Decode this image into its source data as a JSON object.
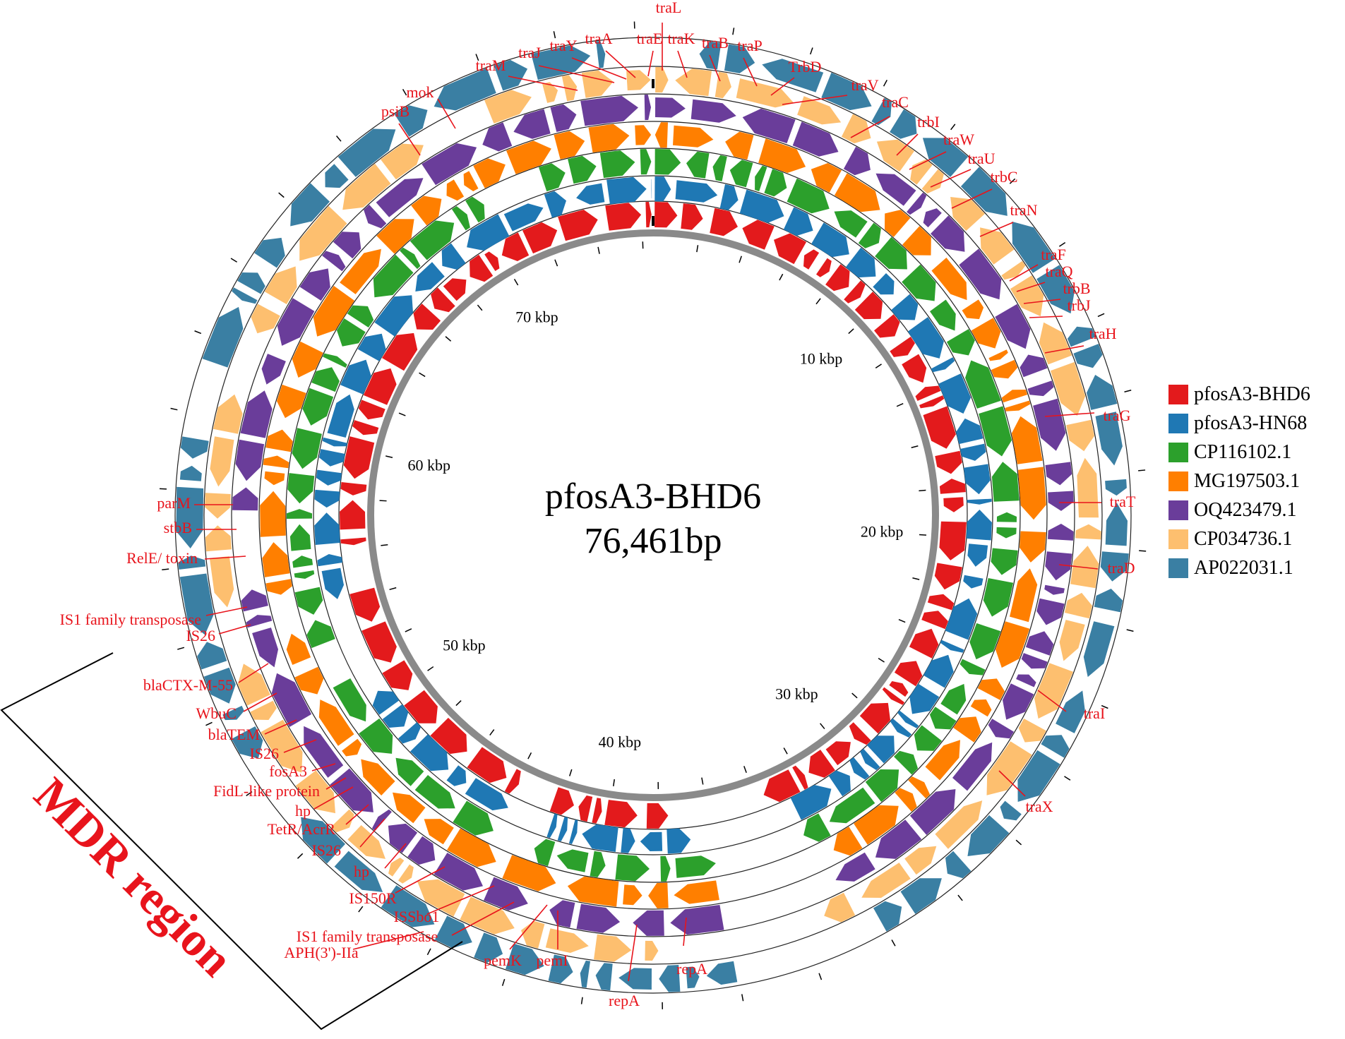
{
  "plasmid": {
    "name": "pfosA3-BHD6",
    "length_label": "76,461bp",
    "length_bp": 76461
  },
  "kbp_ticks": [
    "10 kbp",
    "20 kbp",
    "30 kbp",
    "40 kbp",
    "50 kbp",
    "60 kbp",
    "70 kbp"
  ],
  "rings": [
    {
      "name": "pfosA3-BHD6",
      "color": "#e31a1c"
    },
    {
      "name": "pfosA3-HN68",
      "color": "#1f78b4"
    },
    {
      "name": "CP116102.1",
      "color": "#2ca02c"
    },
    {
      "name": "MG197503.1",
      "color": "#ff7f00"
    },
    {
      "name": "OQ423479.1",
      "color": "#6a3d9a"
    },
    {
      "name": "CP034736.1",
      "color": "#fdbf6f"
    },
    {
      "name": "AP022031.1",
      "color": "#3a7fa3"
    }
  ],
  "genes": [
    "traL",
    "traE",
    "traK",
    "traB",
    "traP",
    "traA",
    "traY",
    "traJ",
    "traM",
    "TrbD",
    "traV",
    "traC",
    "trbI",
    "traW",
    "traU",
    "trbC",
    "traN",
    "traF",
    "traQ",
    "trbB",
    "trbJ",
    "traH",
    "traG",
    "traT",
    "traD",
    "traI",
    "traX",
    "repA",
    "repA",
    "pemI",
    "pemK",
    "APH(3')-IIa",
    "IS1 family transposase",
    "ISSbo1",
    "IS150R",
    "hp",
    "IS26",
    "TetR/AcrR",
    "hp",
    "FidL-like protein",
    "fosA3",
    "IS26",
    "blaTEM",
    "WbuC",
    "blaCTX-M-55",
    "IS26",
    "IS1 family transposase",
    "RelE/ toxin",
    "stbB",
    "parM",
    "psiB",
    "mok"
  ],
  "region_label": "MDR region"
}
